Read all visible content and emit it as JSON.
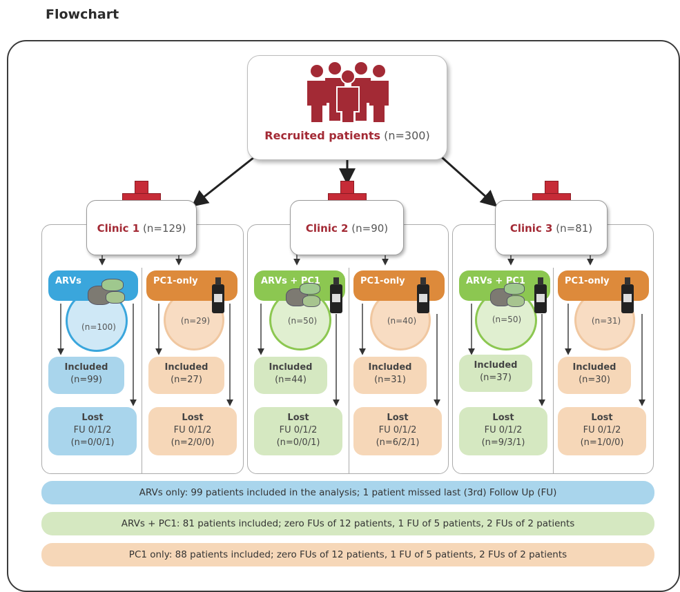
{
  "heading": "Flowchart",
  "recruited": {
    "label": "Recruited patients",
    "count": "(n=300)"
  },
  "clinics": [
    {
      "name": "Clinic 1",
      "count": "(n=129)",
      "arms": [
        {
          "label": "ARVs",
          "n": "(n=100)",
          "included": "Included",
          "included_n": "(n=99)",
          "lost": "Lost",
          "fu": "FU 0/1/2",
          "lost_n": "(n=0/0/1)"
        },
        {
          "label": "PC1-only",
          "n": "(n=29)",
          "included": "Included",
          "included_n": "(n=27)",
          "lost": "Lost",
          "fu": "FU 0/1/2",
          "lost_n": "(n=2/0/0)"
        }
      ]
    },
    {
      "name": "Clinic 2",
      "count": "(n=90)",
      "arms": [
        {
          "label": "ARVs + PC1",
          "n": "(n=50)",
          "included": "Included",
          "included_n": "(n=44)",
          "lost": "Lost",
          "fu": "FU 0/1/2",
          "lost_n": "(n=0/0/1)"
        },
        {
          "label": "PC1-only",
          "n": "(n=40)",
          "included": "Included",
          "included_n": "(n=31)",
          "lost": "Lost",
          "fu": "FU 0/1/2",
          "lost_n": "(n=6/2/1)"
        }
      ]
    },
    {
      "name": "Clinic 3",
      "count": "(n=81)",
      "arms": [
        {
          "label": "ARVs + PC1",
          "n": "(n=50)",
          "included": "Included",
          "included_n": "(n=37)",
          "lost": "Lost",
          "fu": "FU 0/1/2",
          "lost_n": "(n=9/3/1)"
        },
        {
          "label": "PC1-only",
          "n": "(n=31)",
          "included": "Included",
          "included_n": "(n=30)",
          "lost": "Lost",
          "fu": "FU 0/1/2",
          "lost_n": "(n=1/0/0)"
        }
      ]
    }
  ],
  "summaries": [
    "ARVs only: 99 patients included in the analysis; 1 patient missed last (3rd) Follow Up (FU)",
    "ARVs + PC1: 81 patients included; zero FUs of 12 patients, 1 FU of 5 patients, 2 FUs of 2 patients",
    "PC1 only: 88 patients included; zero FUs of 12 patients, 1 FU of 5 patients, 2 FUs of 2 patients"
  ],
  "colors": {
    "arvs": "#3aa6dc",
    "arvs_light": "#a9d5ec",
    "combo": "#8cc751",
    "combo_light": "#d5e8c1",
    "pc1": "#dd8a3b",
    "pc1_light": "#f6d7b8",
    "brand_red": "#a32a35"
  },
  "icons": [
    "people-group-icon",
    "medical-cross-icon",
    "pills-icon",
    "bottle-icon"
  ]
}
